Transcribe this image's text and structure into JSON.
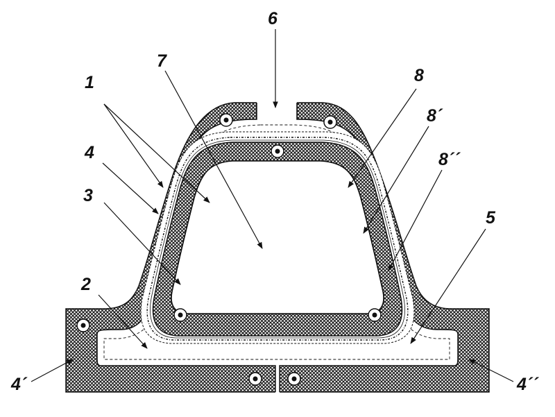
{
  "figure": {
    "colors": {
      "hatch": "#1a1a1a",
      "fill_light": "#ffffff",
      "outline": "#111111"
    },
    "labels": {
      "l1": "1",
      "l2": "2",
      "l3": "3",
      "l4": "4",
      "l4p": "4´",
      "l4pp": "4´´",
      "l5": "5",
      "l6": "6",
      "l7": "7",
      "l8": "8",
      "l8p": "8´",
      "l8pp": "8´´"
    }
  }
}
